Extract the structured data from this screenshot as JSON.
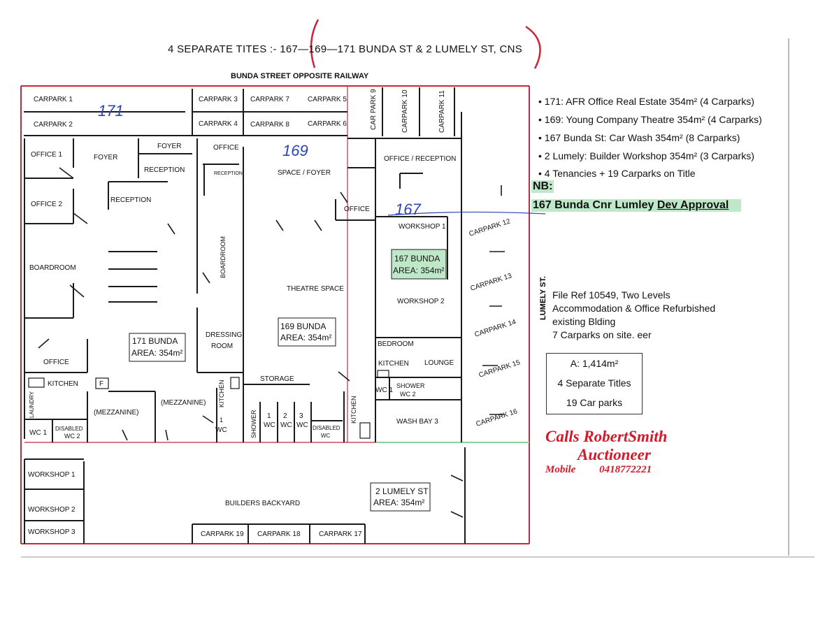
{
  "header": {
    "title": "4  SEPARATE TITES :- 167—169—171 BUNDA ST & 2 LUMELY ST, CNS",
    "street_top": "BUNDA STREET OPPOSITE RAILWAY",
    "street_side": "LUMELY  ST."
  },
  "plan": {
    "rooms": {
      "carpark1": "CARPARK 1",
      "carpark2": "CARPARK 2",
      "carpark3": "CARPARK 3",
      "carpark4": "CARPARK 4",
      "carpark5": "CARPARK 5",
      "carpark6": "CARPARK 6",
      "carpark7": "CARPARK 7",
      "carpark8": "CARPARK 8",
      "carpark9": "CAR PARK 9",
      "carpark10": "CARPARK 10",
      "carpark11": "CARPARK 11",
      "carpark12": "CARPARK 12",
      "carpark13": "CARPARK 13",
      "carpark14": "CARPARK 14",
      "carpark15": "CARPARK 15",
      "carpark16": "CARPARK 16",
      "carpark17": "CARPARK 17",
      "carpark18": "CARPARK 18",
      "carpark19": "CARPARK 19",
      "office1": "OFFICE 1",
      "office2": "OFFICE 2",
      "foyer": "FOYER",
      "foyer2": "FOYER",
      "reception_a": "RECEPTION",
      "reception_b": "RECEPTION",
      "reception_small": "RECEPTION",
      "office_top": "OFFICE",
      "space_foyer": "SPACE / FOYER",
      "office_mid": "OFFICE",
      "office_reception": "OFFICE / RECEPTION",
      "workshop1": "WORKSHOP 1",
      "workshop2": "WORKSHOP 2",
      "boardroom": "BOARDROOM",
      "boardroom_v": "BOARDROOM",
      "theatre": "THEATRE SPACE",
      "dressing": "DRESSING",
      "dressing2": "ROOM",
      "office_left": "OFFICE",
      "kitchen_left": "KITCHEN",
      "f": "F",
      "laundry": "LAUNDRY",
      "mezz1": "(MEZZANINE)",
      "mezz2": "(MEZZANINE)",
      "wc1_left": "WC 1",
      "disabled_wc2": "DISABLED",
      "disabled_wc2b": "WC 2",
      "kitchen_v1": "KITCHEN",
      "wc_one": "1",
      "wc_one_b": "WC",
      "storage": "STORAGE",
      "shower_v": "SHOWER",
      "wc_1": "1",
      "wc_2": "2",
      "wc_3": "3",
      "wc_l": "WC",
      "disabled_wc": "DISABLED",
      "disabled_wc_b": "WC",
      "kitchen_v2": "KITCHEN",
      "bedroom": "BEDROOM",
      "kitchen_r": "KITCHEN",
      "lounge": "LOUNGE",
      "wc1_r": "WC 1",
      "shower_wc2": "SHOWER",
      "shower_wc2b": "WC 2",
      "washbay": "WASH BAY 3",
      "workshop_a": "WORKSHOP  1",
      "workshop_b": "WORKSHOP  2",
      "workshop_c": "WORKSHOP  3",
      "backyard": "BUILDERS BACKYARD"
    },
    "area_boxes": {
      "b171_l1": "171 BUNDA",
      "b171_l2": "AREA: 354m²",
      "b169_l1": "169 BUNDA",
      "b169_l2": "AREA: 354m²",
      "b167_l1": "167 BUNDA",
      "b167_l2": "AREA: 354m²",
      "lumley_l1": "2 LUMELY ST",
      "lumley_l2": "AREA: 354m²"
    },
    "handwritten": {
      "n171": "171",
      "n169": "169",
      "n167": "167"
    }
  },
  "tenancies": [
    "171: AFR Office Real Estate 354m²  (4 Carparks)",
    "169: Young Company Theatre 354m²  (4 Carparks)",
    "167 Bunda St: Car Wash 354m² (8 Carparks)",
    "2 Lumely: Builder Workshop 354m² (3 Carparks)",
    "4 Tenancies + 19 Carparks on Title"
  ],
  "nb": {
    "label": "NB:",
    "text_a": "167 Bunda Cnr  Lumley ",
    "text_b": "Dev Approval"
  },
  "file_ref": [
    "File Ref 10549, Two Levels",
    " Accommodation & Office Refurbished",
    "existing Blding",
    "  7 Carparks on site. eer"
  ],
  "summary": {
    "area": "A: 1,414m²",
    "titles": "4 Separate Titles",
    "carparks": "19 Car parks"
  },
  "agent": {
    "line1": "Calls RobertSmith",
    "line2": "Auctioneer",
    "mobile_label": "Mobile",
    "mobile_number": "0418772221"
  },
  "colors": {
    "boundary": "#c8283c",
    "highlight": "#bfe8c9",
    "agent": "#d11a2a",
    "handwriting": "#2a45b8"
  }
}
